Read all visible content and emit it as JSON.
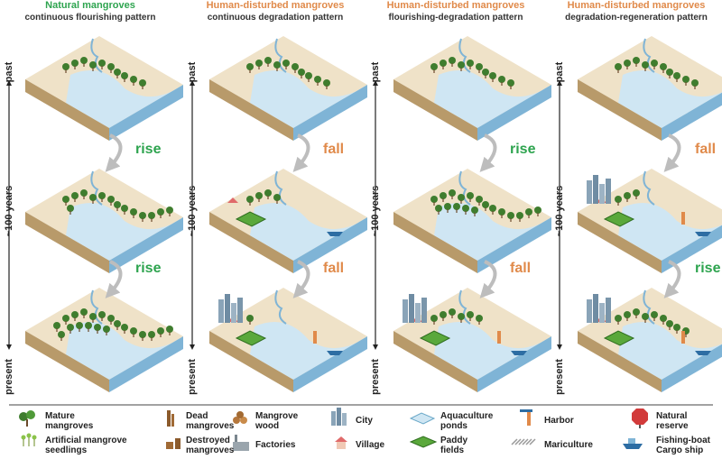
{
  "columns": [
    {
      "title": "Natural mangroves",
      "subtitle": "continuous flourishing pattern",
      "color": "#2ea44f",
      "trends": [
        "rise",
        "rise"
      ],
      "trend_colors": [
        "#2ea44f",
        "#2ea44f"
      ]
    },
    {
      "title": "Human-disturbed mangroves",
      "subtitle": "continuous degradation pattern",
      "color": "#e08a4a",
      "trends": [
        "fall",
        "fall"
      ],
      "trend_colors": [
        "#e08a4a",
        "#e08a4a"
      ]
    },
    {
      "title": "Human-disturbed mangroves",
      "subtitle": "flourishing-degradation pattern",
      "color": "#e08a4a",
      "trends": [
        "rise",
        "fall"
      ],
      "trend_colors": [
        "#2ea44f",
        "#e08a4a"
      ]
    },
    {
      "title": "Human-disturbed mangroves",
      "subtitle": "degradation-regeneration pattern",
      "color": "#e08a4a",
      "trends": [
        "fall",
        "rise"
      ],
      "trend_colors": [
        "#e08a4a",
        "#2ea44f"
      ]
    }
  ],
  "time_axis": {
    "top": "past",
    "middle": "~100 years",
    "bottom": "present"
  },
  "legend": [
    {
      "icon": "mature-mangrove-icon",
      "label": "Mature mangroves"
    },
    {
      "icon": "dead-mangrove-icon",
      "label": "Dead mangroves"
    },
    {
      "icon": "mangrove-wood-icon",
      "label": "Mangrove wood"
    },
    {
      "icon": "city-icon",
      "label": "City"
    },
    {
      "icon": "aquaculture-pond-icon",
      "label": "Aquaculture ponds"
    },
    {
      "icon": "harbor-icon",
      "label": "Harbor"
    },
    {
      "icon": "natural-reserve-icon",
      "label": "Natural reserve"
    },
    {
      "icon": "artificial-seedling-icon",
      "label": "Artificial mangrove seedlings"
    },
    {
      "icon": "destroyed-mangrove-icon",
      "label": "Destroyed mangroves"
    },
    {
      "icon": "factory-icon",
      "label": "Factories"
    },
    {
      "icon": "village-icon",
      "label": "Village"
    },
    {
      "icon": "paddy-field-icon",
      "label": "Paddy fields"
    },
    {
      "icon": "mariculture-icon",
      "label": "Mariculture"
    },
    {
      "icon": "ship-icon",
      "label": "Fishing-boat Cargo ship"
    }
  ],
  "colors": {
    "land": "#efe2c8",
    "land_side": "#b89a6a",
    "water": "#cfe6f3",
    "water_side": "#7fb4d6",
    "tree": "#3f7d2e",
    "arrow": "#bdbdbd",
    "rise": "#2ea44f",
    "fall": "#e08a4a"
  }
}
